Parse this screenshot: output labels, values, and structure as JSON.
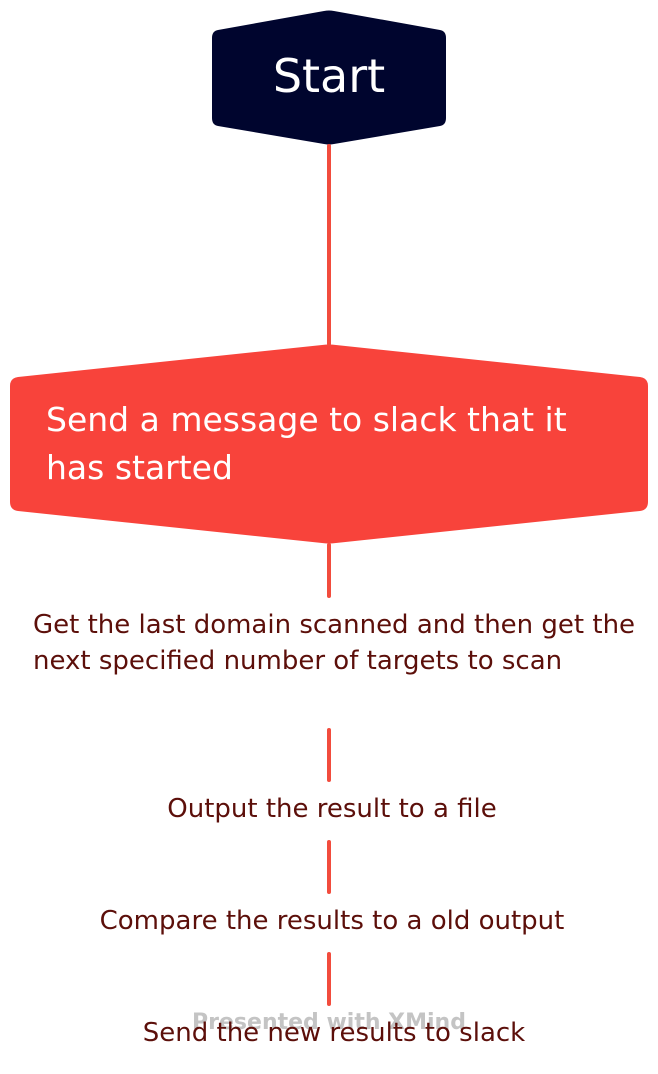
{
  "start": {
    "label": "Start",
    "fill": "#00052e"
  },
  "main_topic": {
    "label": "Send a message to slack that it has started",
    "fill": "#f8433b"
  },
  "steps": [
    "Get the last domain scanned and then get the next specified number of targets to scan",
    "Output the result to a file",
    "Compare the results to a old output",
    "Send the new results to slack"
  ],
  "watermark": "Presented with XMind",
  "colors": {
    "connector": "#f24c3d",
    "step_text": "#5c0f0a",
    "watermark": "#c4c4c4"
  }
}
